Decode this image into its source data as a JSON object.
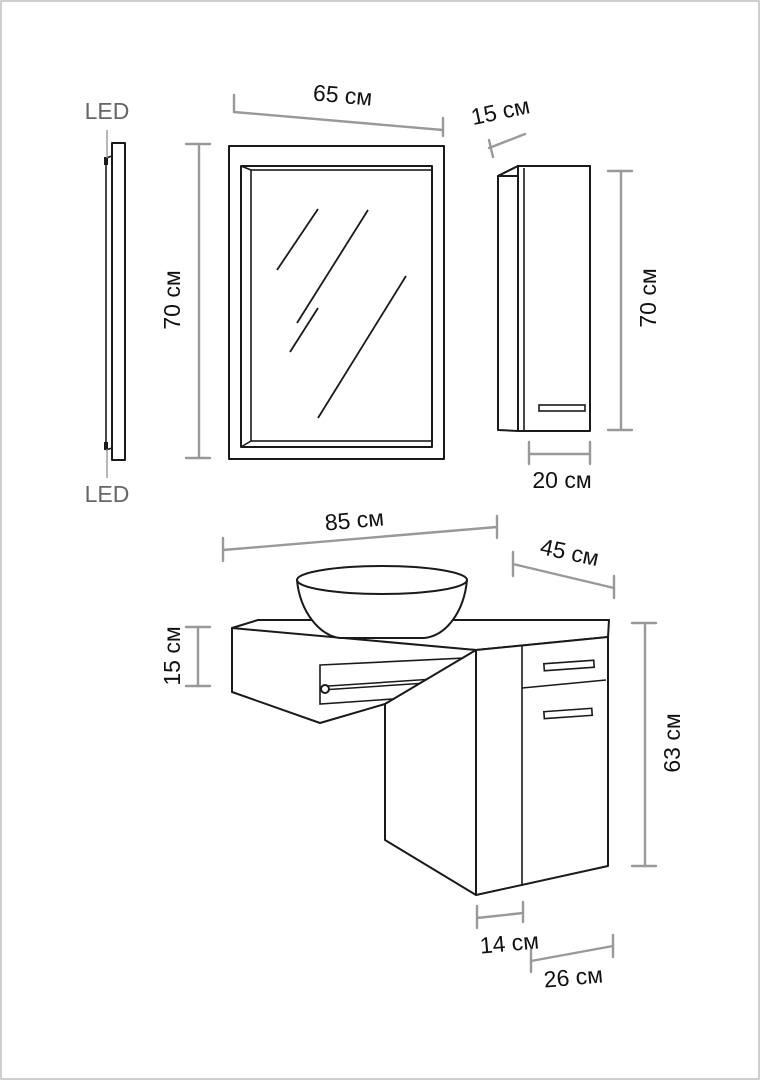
{
  "labels": {
    "led_top": "LED",
    "led_bottom": "LED",
    "mirror_width": "65 см",
    "mirror_height": "70 см",
    "cabinet_depth": "15 см",
    "cabinet_height": "70 см",
    "cabinet_width": "20 см",
    "vanity_width": "85 см",
    "vanity_depth": "45 см",
    "countertop_height": "15 см",
    "vanity_height": "63 см",
    "pedestal_width": "14 см",
    "pedestal_depth": "26 см"
  },
  "colors": {
    "line": "#1a1a1a",
    "dimension": "#999999",
    "led_text": "#666666",
    "background": "#ffffff"
  }
}
